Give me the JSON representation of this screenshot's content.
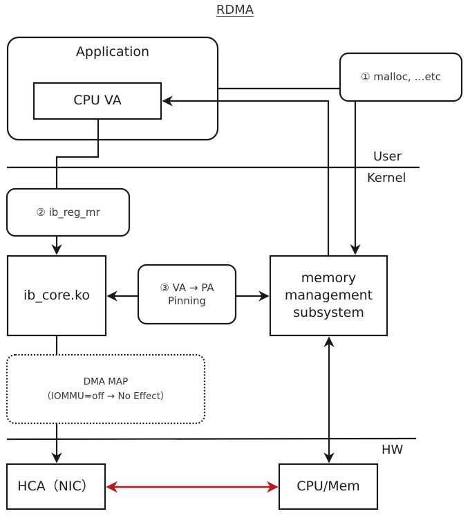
{
  "title": "RDMA",
  "layers": {
    "user": "User",
    "kernel": "Kernel",
    "hw": "HW"
  },
  "nodes": {
    "application": "Application",
    "cpu_va": "CPU VA",
    "malloc": "① malloc, …etc",
    "ib_reg_mr": "② ib_reg_mr",
    "ib_core": "ib_core.ko",
    "va_pa": "③ VA → PA\nPinning",
    "memory_mgmt": "memory\nmanagement\nsubsystem",
    "dma_map": "DMA MAP\n（IOMMU=off → No Effect）",
    "hca": "HCA（NIC）",
    "cpu_mem": "CPU/Mem"
  },
  "colors": {
    "line": "#1a1a1a",
    "highlight_arrow": "#c0171d"
  }
}
